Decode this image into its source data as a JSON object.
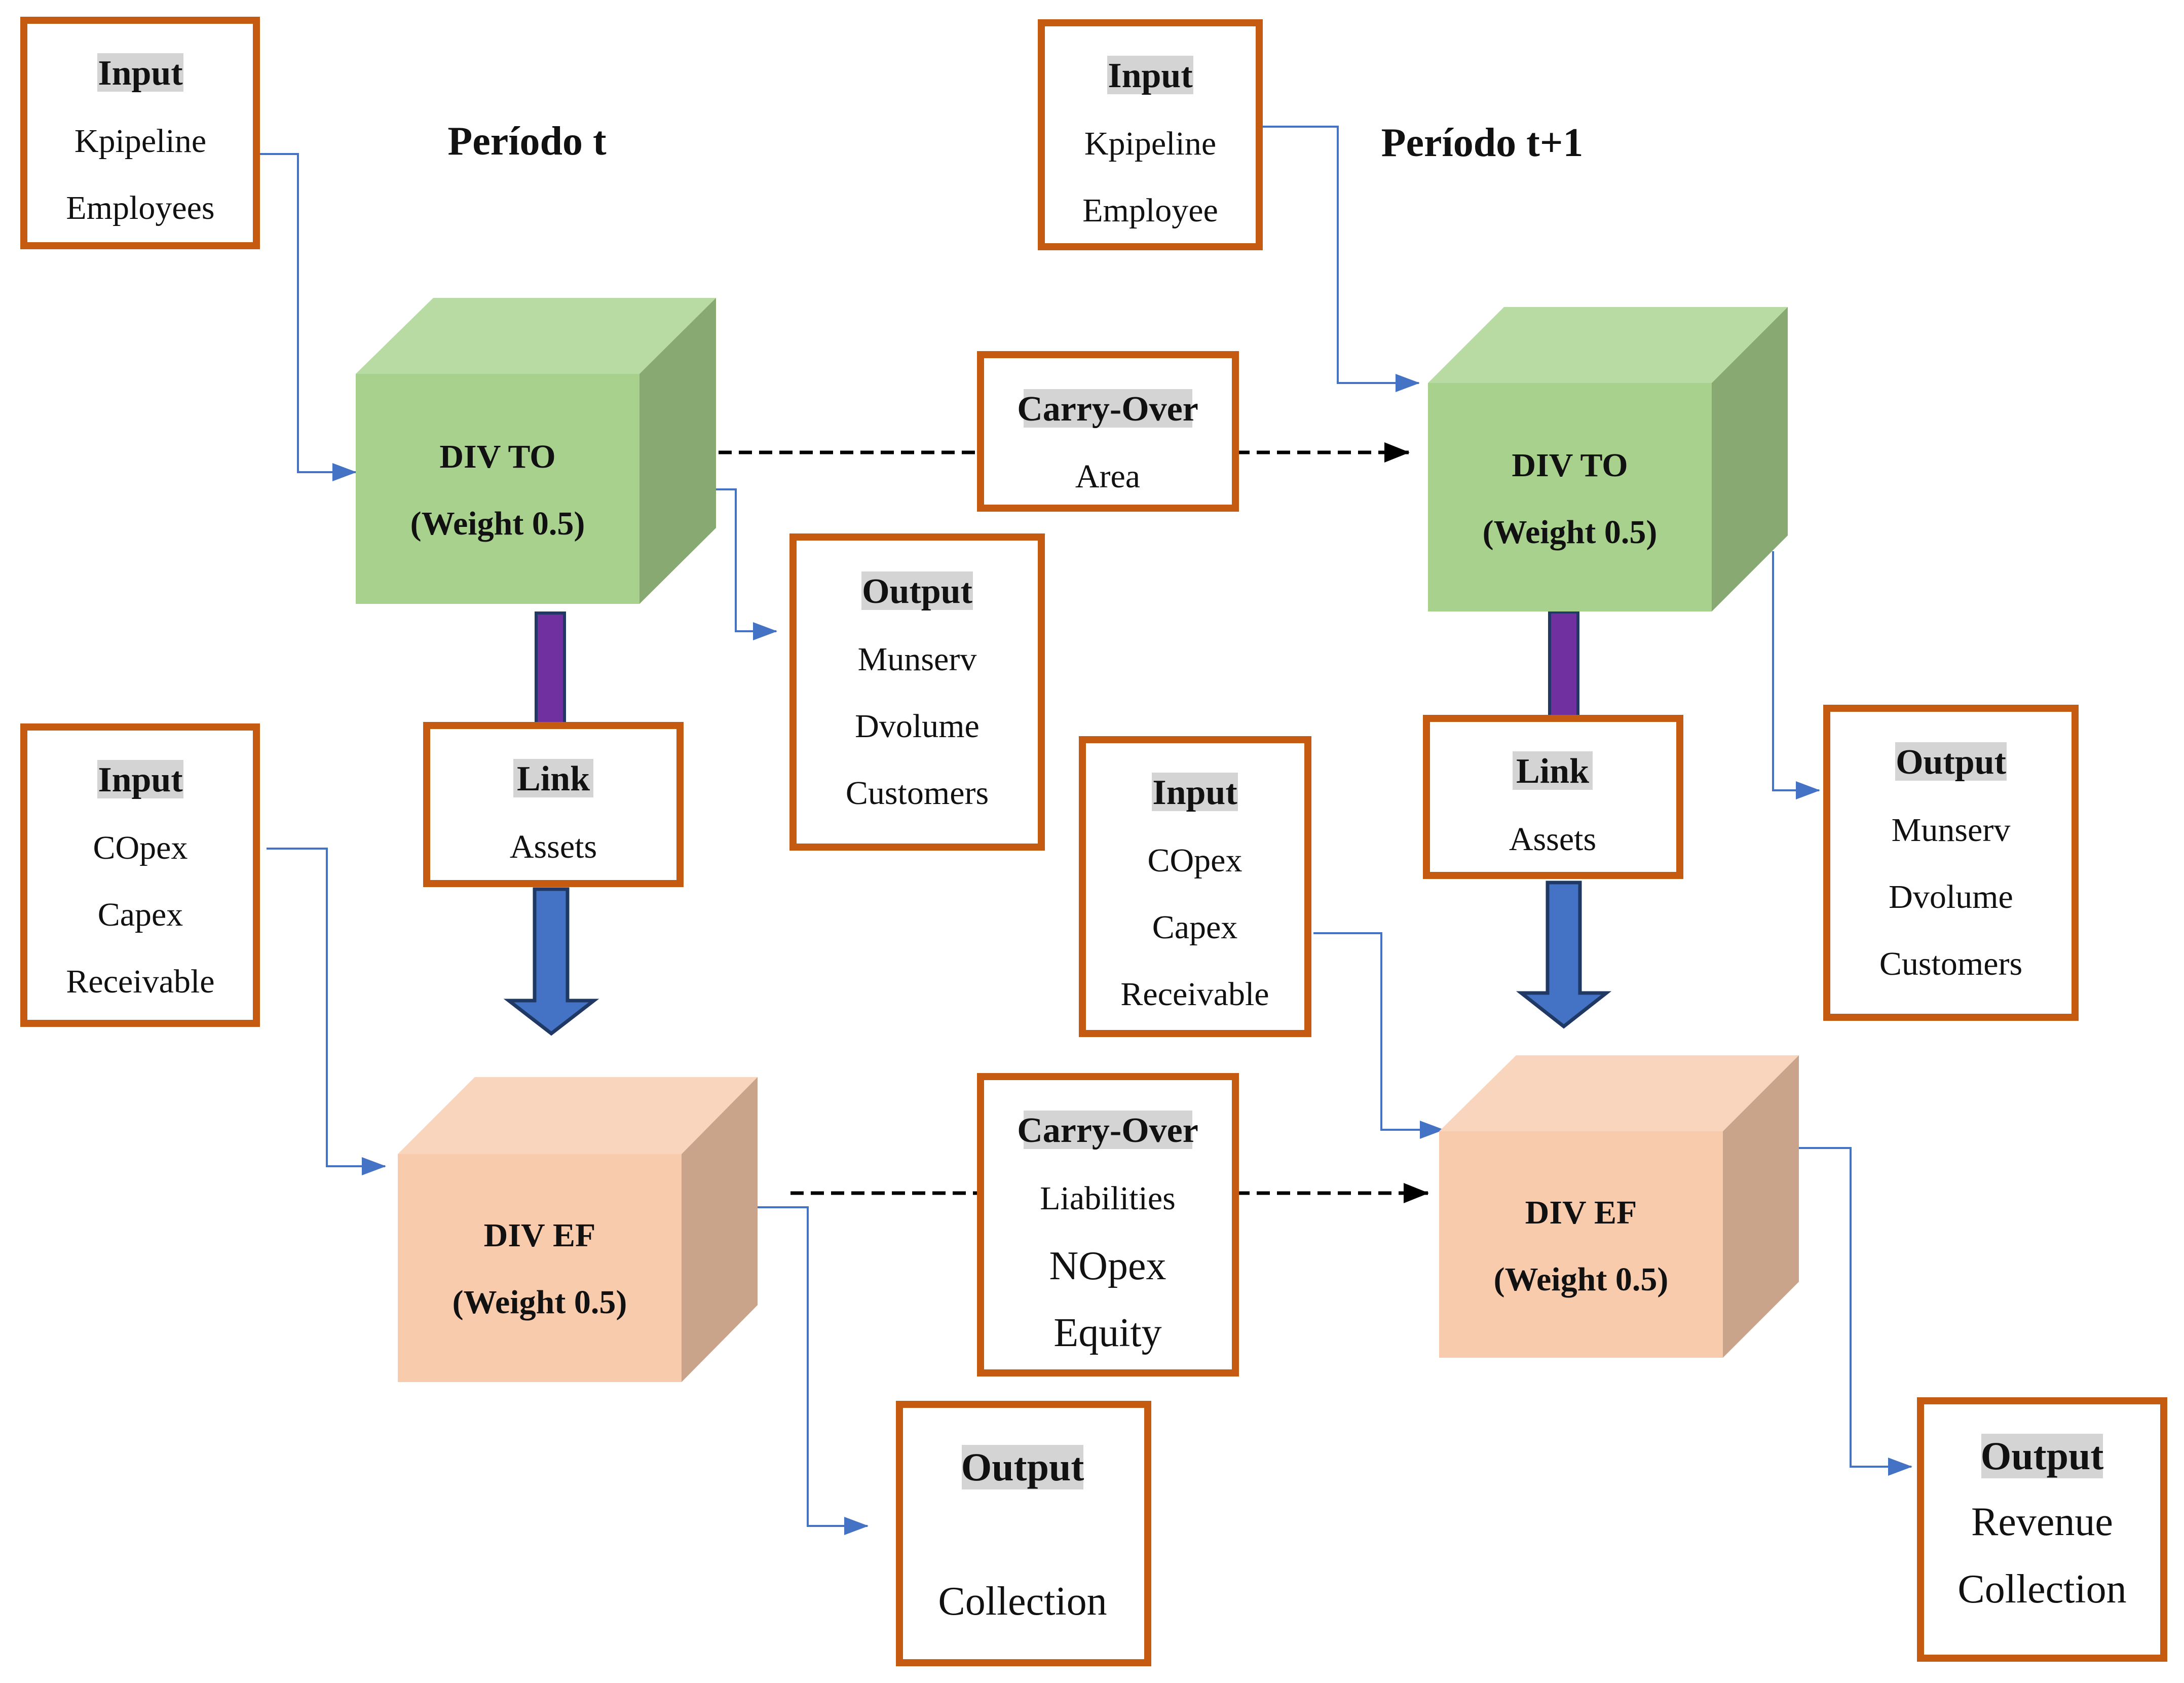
{
  "periods": {
    "t": "Período t",
    "t1": "Período t+1"
  },
  "cubes": {
    "to_t": {
      "title": "DIV TO",
      "weight": "(Weight 0.5)"
    },
    "ef_t": {
      "title": "DIV EF",
      "weight": "(Weight 0.5)"
    },
    "to_t1": {
      "title": "DIV TO",
      "weight": "(Weight 0.5)"
    },
    "ef_t1": {
      "title": "DIV EF",
      "weight": "(Weight 0.5)"
    }
  },
  "boxes": {
    "input_to_t": {
      "header": "Input",
      "items": [
        "Kpipeline",
        "Employees"
      ]
    },
    "input_to_t1": {
      "header": "Input",
      "items": [
        "Kpipeline",
        "Employee"
      ]
    },
    "input_ef_t": {
      "header": "Input",
      "items": [
        "COpex",
        "Capex",
        "Receivable"
      ]
    },
    "input_ef_t1": {
      "header": "Input",
      "items": [
        "COpex",
        "Capex",
        "Receivable"
      ]
    },
    "carry_to": {
      "header": "Carry-Over",
      "items": [
        "Area"
      ]
    },
    "carry_ef": {
      "header": "Carry-Over",
      "items": [
        "Liabilities",
        "NOpex",
        "Equity"
      ]
    },
    "output_to_t": {
      "header": "Output",
      "items": [
        "Munserv",
        "Dvolume",
        "Customers"
      ]
    },
    "output_to_t1": {
      "header": "Output",
      "items": [
        "Munserv",
        "Dvolume",
        "Customers"
      ]
    },
    "output_ef_t": {
      "header": "Output",
      "items": [
        "Collection"
      ]
    },
    "output_ef_t1": {
      "header": "Output",
      "items": [
        "Revenue",
        "Collection"
      ]
    },
    "link_t": {
      "header": "Link",
      "items": [
        "Assets"
      ]
    },
    "link_t1": {
      "header": "Link",
      "items": [
        "Assets"
      ]
    }
  },
  "colors": {
    "box_border": "#c55a11",
    "header_highlight": "#d4d4d4",
    "cube_to_front": "#a9d18e",
    "cube_ef_front": "#f8cbad",
    "connector": "#4472c4",
    "link_bar": "#7030a0",
    "link_arrow": "#4472c4"
  }
}
